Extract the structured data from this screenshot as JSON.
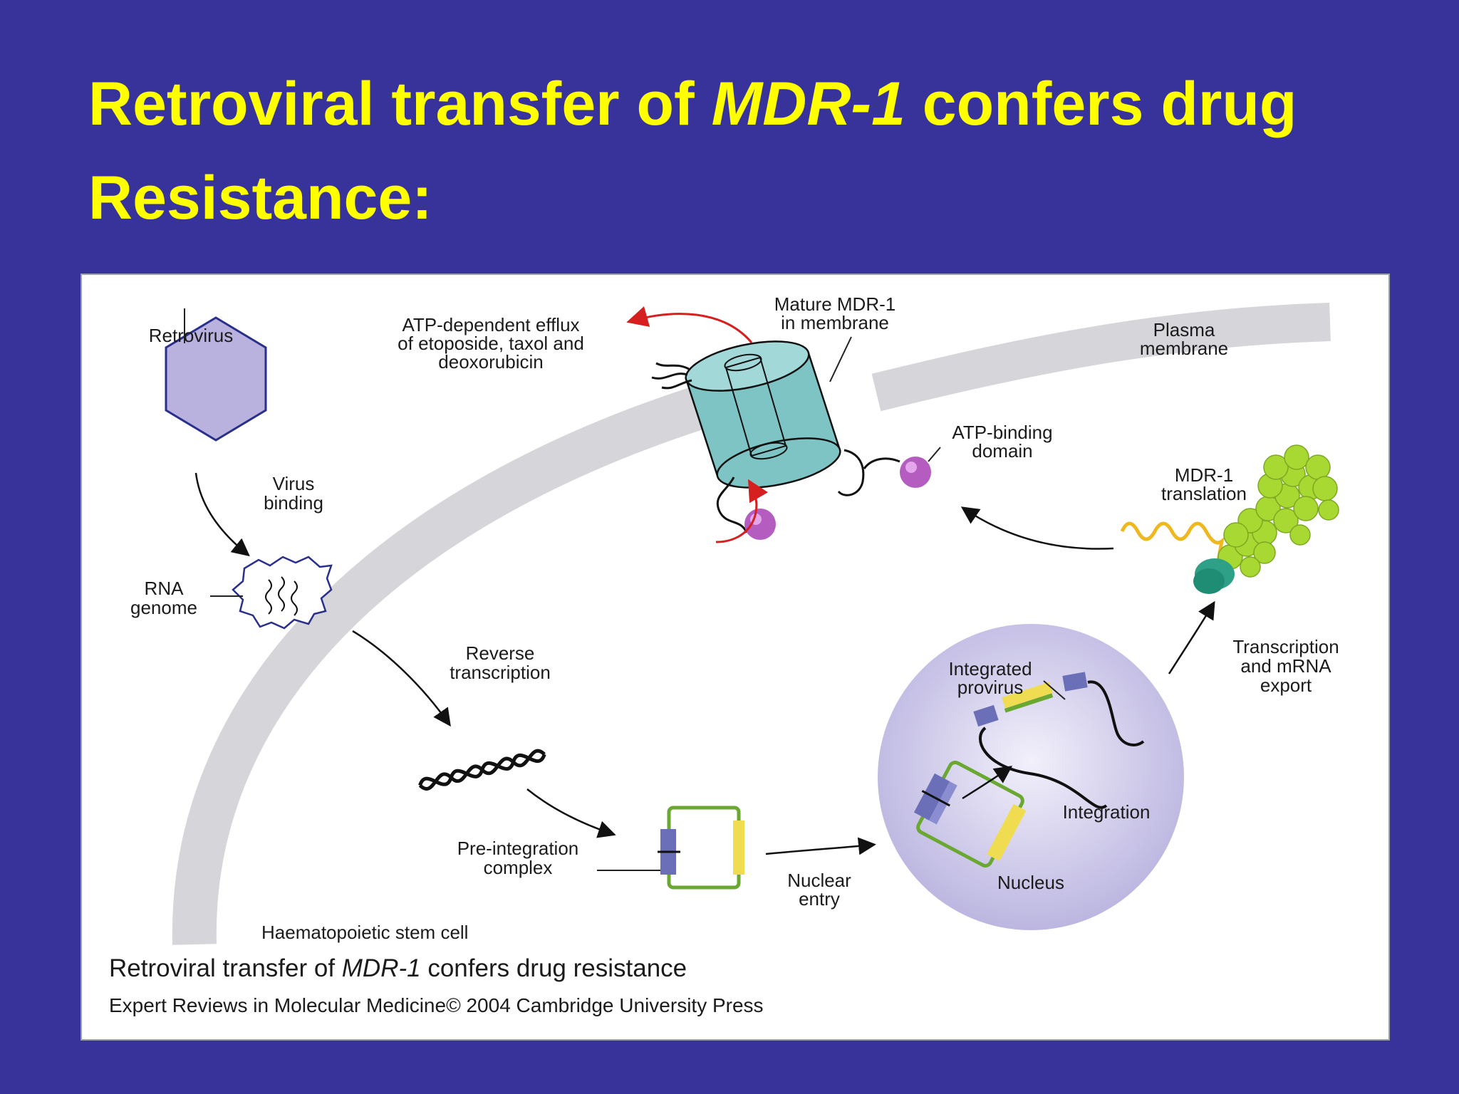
{
  "slide": {
    "title_part1": "Retroviral transfer of ",
    "title_italic": "MDR-1",
    "title_part2": " confers drug",
    "title_line2": "Resistance:"
  },
  "figure": {
    "labels": {
      "retrovirus": "Retrovirus",
      "atp_efflux_1": "ATP-dependent efflux",
      "atp_efflux_2": "of etoposide, taxol and",
      "atp_efflux_3": "deoxorubicin",
      "mature_mdr1_1": "Mature MDR-1",
      "mature_mdr1_2": "in membrane",
      "plasma_membrane_1": "Plasma",
      "plasma_membrane_2": "membrane",
      "atp_binding_1": "ATP-binding",
      "atp_binding_2": "domain",
      "mdr1_translation_1": "MDR-1",
      "mdr1_translation_2": "translation",
      "virus_binding_1": "Virus",
      "virus_binding_2": "binding",
      "rna_genome_1": "RNA",
      "rna_genome_2": "genome",
      "reverse_transcription_1": "Reverse",
      "reverse_transcription_2": "transcription",
      "integrated_provirus_1": "Integrated",
      "integrated_provirus_2": "provirus",
      "transcription_export_1": "Transcription",
      "transcription_export_2": "and mRNA",
      "transcription_export_3": "export",
      "integration": "Integration",
      "pre_integration_1": "Pre-integration",
      "pre_integration_2": "complex",
      "nuclear_entry_1": "Nuclear",
      "nuclear_entry_2": "entry",
      "nucleus": "Nucleus",
      "stem_cell": "Haematopoietic stem cell"
    },
    "caption": {
      "part1": "Retroviral transfer of ",
      "italic": "MDR-1",
      "part2": " confers drug resistance"
    },
    "credit": "Expert Reviews in Molecular Medicine© 2004 Cambridge University Press"
  },
  "colors": {
    "background": "#37339a",
    "title": "#ffff00",
    "membrane": "#d6d6da",
    "transporter": "#7fc4c4",
    "atp_domain": "#b55cc0",
    "nucleus": "#c9c4e6",
    "arrow_red": "#d62020",
    "dna_green": "#6aa832",
    "dna_yellow": "#f0dc50",
    "dna_blue": "#6b6fb8",
    "ribosome": "#2ea088",
    "protein": "#a8d832"
  }
}
